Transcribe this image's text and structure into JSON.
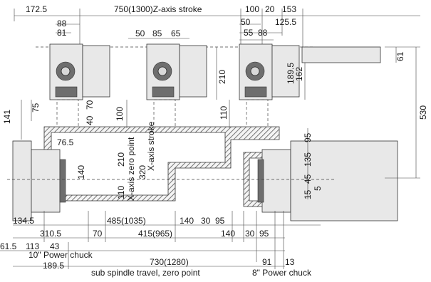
{
  "top_dims": {
    "d172_5": "172.5",
    "z_stroke": "750(1300)Z-axis stroke",
    "d100": "100",
    "d20": "20",
    "d153": "153",
    "d88a": "88",
    "d81": "81",
    "d50a": "50",
    "d85": "85",
    "d65": "65",
    "d50b": "50",
    "d125_5": "125.5",
    "d55": "55",
    "d88b": "88"
  },
  "side_dims": {
    "d61": "61",
    "d189_5": "189.5",
    "d162": "162",
    "d210a": "210",
    "d530": "530",
    "d141": "141",
    "d75": "75",
    "d100": "100",
    "d70": "70",
    "d40": "40",
    "d110a": "110",
    "d95a": "95",
    "d135": "135",
    "d45": "45",
    "d15": "15",
    "d5": "5"
  },
  "inner_dims": {
    "d76_5": "76.5",
    "d210b": "210",
    "d320": "320",
    "d140": "140",
    "d110b": "110",
    "x_zero": "X-axis zero point",
    "x_stroke": "X-axis stroke"
  },
  "bottom_dims": {
    "d134_5": "134.5",
    "d485": "485(1035)",
    "d140a": "140",
    "d30a": "30",
    "d95b": "95",
    "d310_5": "310.5",
    "d70": "70",
    "d415": "415(965)",
    "d140b": "140",
    "d30b": "30",
    "d95c": "95",
    "d61_5": "61.5",
    "d113": "113",
    "d43": "43",
    "chuck10": "10\" Power chuck",
    "d189_5": "189.5",
    "d730": "730(1280)",
    "d91": "91",
    "d13": "13",
    "sub_spindle": "sub spindle travel, zero point",
    "chuck8": "8\" Power chuck"
  }
}
